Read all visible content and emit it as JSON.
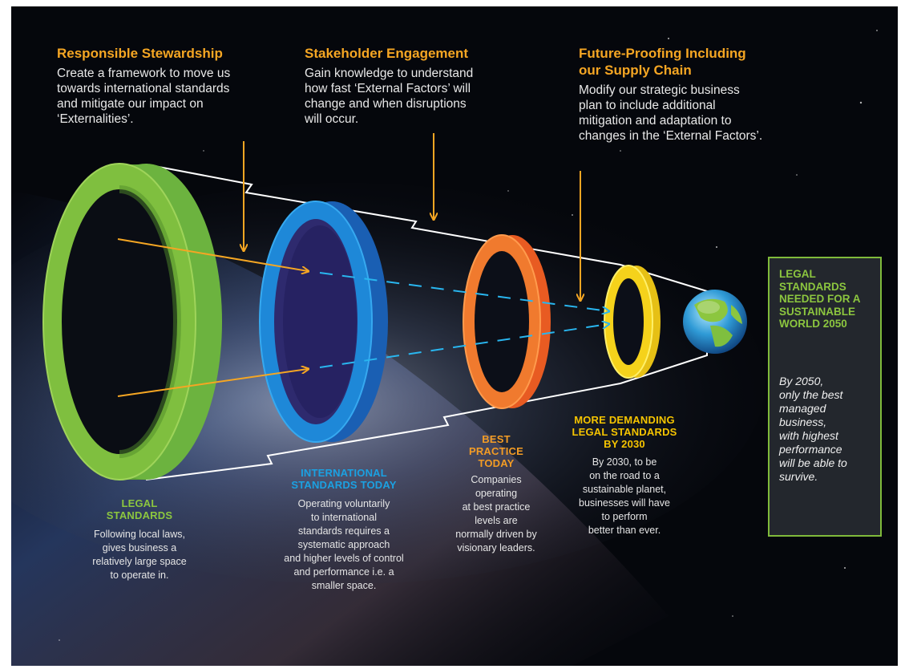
{
  "headings": {
    "stewardship": {
      "title": "Responsible Stewardship",
      "lines": [
        "Create a framework to move us",
        "towards international standards",
        "and mitigate our impact on",
        "‘Externalities’."
      ]
    },
    "engagement": {
      "title": "Stakeholder Engagement",
      "lines": [
        "Gain knowledge to understand",
        "how fast ‘External Factors’ will",
        "change and when disruptions",
        "will occur."
      ]
    },
    "future": {
      "title_lines": [
        "Future-Proofing Including",
        "our Supply Chain"
      ],
      "lines": [
        "Modify our strategic business",
        "plan to include additional",
        "mitigation and adaptation to",
        "changes in the ‘External Factors’."
      ]
    }
  },
  "rings": {
    "legal": {
      "label_lines": [
        "LEGAL",
        "STANDARDS"
      ],
      "desc_lines": [
        "Following local laws,",
        "gives business a",
        "relatively large space",
        "to operate in."
      ],
      "color": "#7fbf3f"
    },
    "international": {
      "label_lines": [
        "INTERNATIONAL",
        "STANDARDS TODAY"
      ],
      "desc_lines": [
        "Operating voluntarily",
        "to international",
        "standards requires a",
        "systematic approach",
        "and higher levels of control",
        "and performance i.e. a",
        "smaller space."
      ],
      "color": "#1e88d8"
    },
    "best": {
      "label_lines": [
        "BEST",
        "PRACTICE",
        "TODAY"
      ],
      "desc_lines": [
        "Companies",
        "operating",
        "at best practice",
        "levels are",
        "normally driven by",
        "visionary leaders."
      ],
      "color": "#f06a2a"
    },
    "demanding": {
      "label_lines": [
        "MORE DEMANDING",
        "LEGAL STANDARDS",
        "BY 2030"
      ],
      "desc_lines": [
        "By 2030, to be",
        "on the road to a",
        "sustainable planet,",
        "businesses will have",
        "to perform",
        "better than ever."
      ],
      "color": "#f5d21b"
    }
  },
  "box": {
    "title_lines": [
      "LEGAL",
      "STANDARDS",
      "NEEDED FOR A",
      "SUSTAINABLE",
      "WORLD 2050"
    ],
    "text_lines": [
      "By 2050,",
      "only the best",
      "managed",
      "business,",
      "with highest",
      "performance",
      "will be able to",
      "survive."
    ]
  },
  "icons": {
    "globe": "globe-icon"
  },
  "colors": {
    "arrow": "#f5a623",
    "accent_green": "#8cc63f",
    "box_border": "#7fba3b"
  }
}
